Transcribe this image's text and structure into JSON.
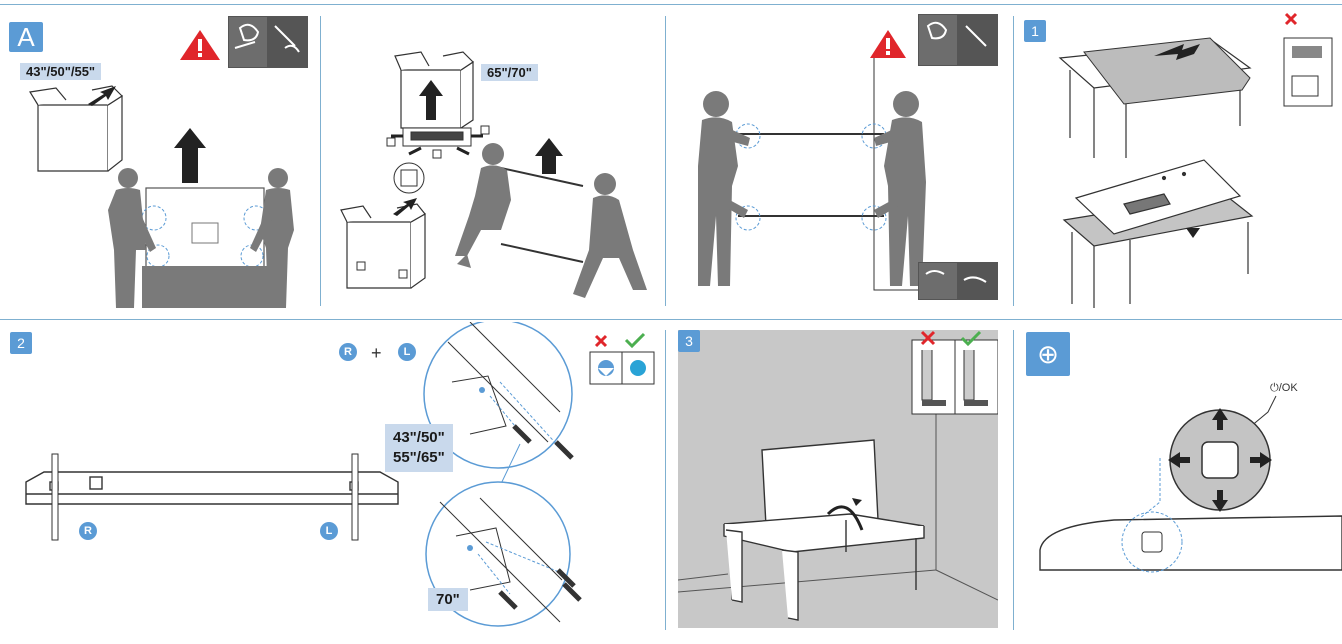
{
  "steps": {
    "a": "A",
    "one": "1",
    "two": "2",
    "three": "3"
  },
  "sizes": {
    "small_boxes": "43\"/50\"/55\"",
    "large_boxes": "65\"/70\"",
    "screw_sizes_line1": "43\"/50\"",
    "screw_sizes_line2": "55\"/65\"",
    "screw_size_70": "70\""
  },
  "stand": {
    "right": "R",
    "left": "L",
    "plus": "+"
  },
  "controls": {
    "power_ok_label": "⏻/OK"
  },
  "icons": {
    "warning": "warning-icon",
    "wrong": "cross-icon",
    "right": "check-icon",
    "joystick": "joystick-icon"
  },
  "colors": {
    "accent": "#5b9bd5",
    "chip": "#c9d9ec",
    "warning_red": "#e0262b",
    "wrong_red": "#e0262b",
    "ok_green": "#4caf50",
    "figure_gray": "#7a7a7a"
  }
}
